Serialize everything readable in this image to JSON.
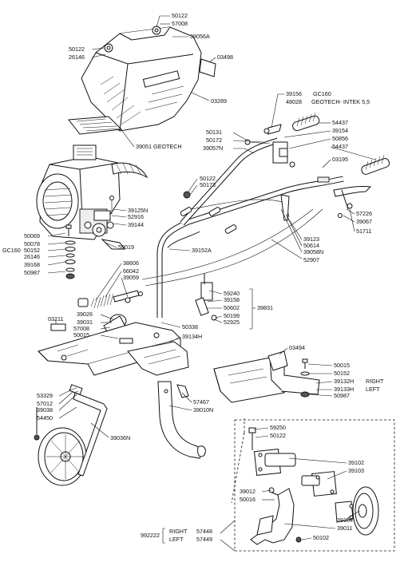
{
  "diagram": {
    "part_labels": [
      "50122",
      "57008",
      "39056A",
      "50122",
      "26146",
      "03498",
      "03289",
      "39156",
      "GC160",
      "48028",
      "GEOTECH- INTEK 5,5",
      "50131",
      "50172",
      "39057N",
      "54437",
      "39154",
      "50856",
      "54437",
      "39051 GEOTECH",
      "03195",
      "50122",
      "50173",
      "39125N",
      "52916",
      "39144",
      "57226",
      "39067",
      "51711",
      "50069",
      "50078",
      "GC160",
      "50152",
      "26146",
      "39168",
      "50987",
      "59019",
      "39152A",
      "39123",
      "50614",
      "39058N",
      "52907",
      "38606",
      "66042",
      "39059",
      "59240",
      "39158",
      "50602",
      "50199",
      "52925",
      "39831",
      "39026",
      "39031",
      "57008",
      "50015",
      "03211",
      "50338",
      "39134H",
      "03494",
      "50015",
      "50152",
      "39132H",
      "RIGHT",
      "39133H",
      "LEFT",
      "50987",
      "53329",
      "57012",
      "39038",
      "54450",
      "39036N",
      "57467",
      "39010N",
      "59250",
      "50122",
      "39102",
      "39103",
      "39012",
      "50016",
      "39104",
      "39011",
      "50102",
      "992222",
      "RIGHT",
      "57448",
      "LEFT",
      "57449"
    ]
  }
}
